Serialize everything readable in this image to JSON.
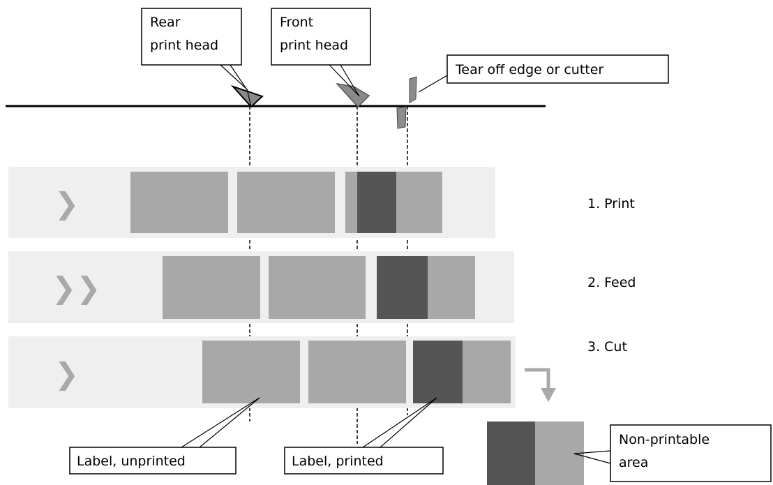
{
  "callouts": {
    "rear_head": [
      "Rear",
      "print head"
    ],
    "front_head": [
      "Front",
      "print head"
    ],
    "cutter": "Tear off edge or cutter",
    "unprinted": "Label, unprinted",
    "printed": "Label, printed",
    "non_printable": [
      "Non-printable",
      "area"
    ]
  },
  "steps": [
    "1. Print",
    "2. Feed",
    "3. Cut"
  ],
  "colors": {
    "strip_bg": "#efefef",
    "label_unprinted": "#a8a8a8",
    "label_printed": "#555555",
    "print_head": "#8a8a8a",
    "feed_arrow": "#a9a9a9"
  }
}
